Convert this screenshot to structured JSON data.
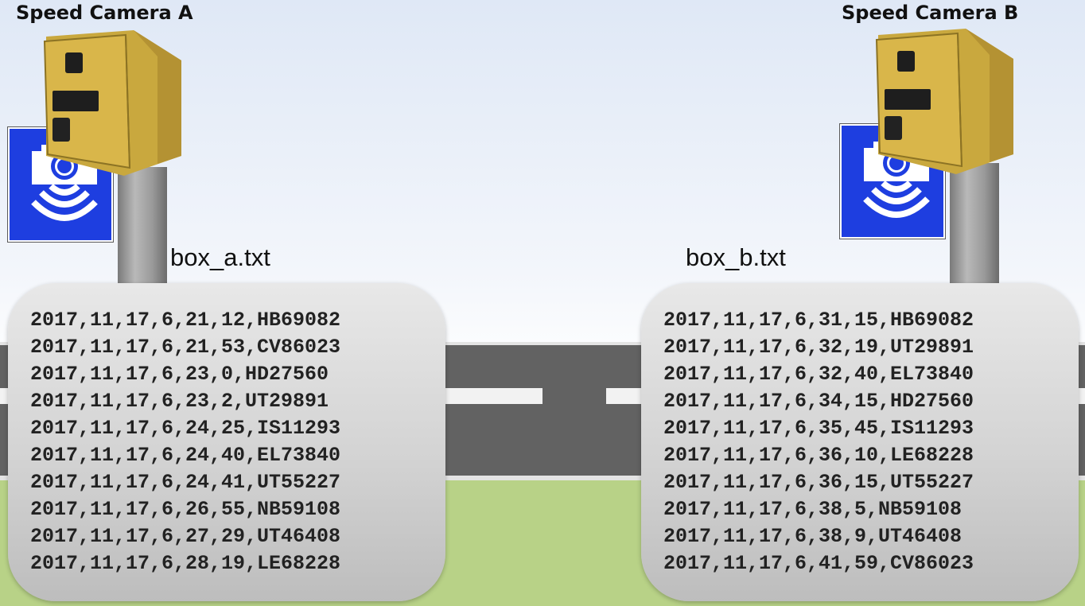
{
  "camera_a": {
    "title": "Speed Camera A",
    "file_label": "box_a.txt",
    "records": [
      "2017,11,17,6,21,12,HB69082",
      "2017,11,17,6,21,53,CV86023",
      "2017,11,17,6,23,0,HD27560",
      "2017,11,17,6,23,2,UT29891",
      "2017,11,17,6,24,25,IS11293",
      "2017,11,17,6,24,40,EL73840",
      "2017,11,17,6,24,41,UT55227",
      "2017,11,17,6,26,55,NB59108",
      "2017,11,17,6,27,29,UT46408",
      "2017,11,17,6,28,19,LE68228"
    ]
  },
  "camera_b": {
    "title": "Speed Camera B",
    "file_label": "box_b.txt",
    "records": [
      "2017,11,17,6,31,15,HB69082",
      "2017,11,17,6,32,19,UT29891",
      "2017,11,17,6,32,40,EL73840",
      "2017,11,17,6,34,15,HD27560",
      "2017,11,17,6,35,45,IS11293",
      "2017,11,17,6,36,10,LE68228",
      "2017,11,17,6,36,15,UT55227",
      "2017,11,17,6,38,5,NB59108",
      "2017,11,17,6,38,9,UT46408",
      "2017,11,17,6,41,59,CV86023"
    ]
  },
  "icons": {
    "camera_device": "speed-camera-icon",
    "sign": "speed-camera-warning-sign-icon"
  },
  "colors": {
    "sign_blue": "#1e3ee0",
    "camera_yellow": "#d9b64a",
    "road": "#626262",
    "grass": "#b8d287"
  }
}
